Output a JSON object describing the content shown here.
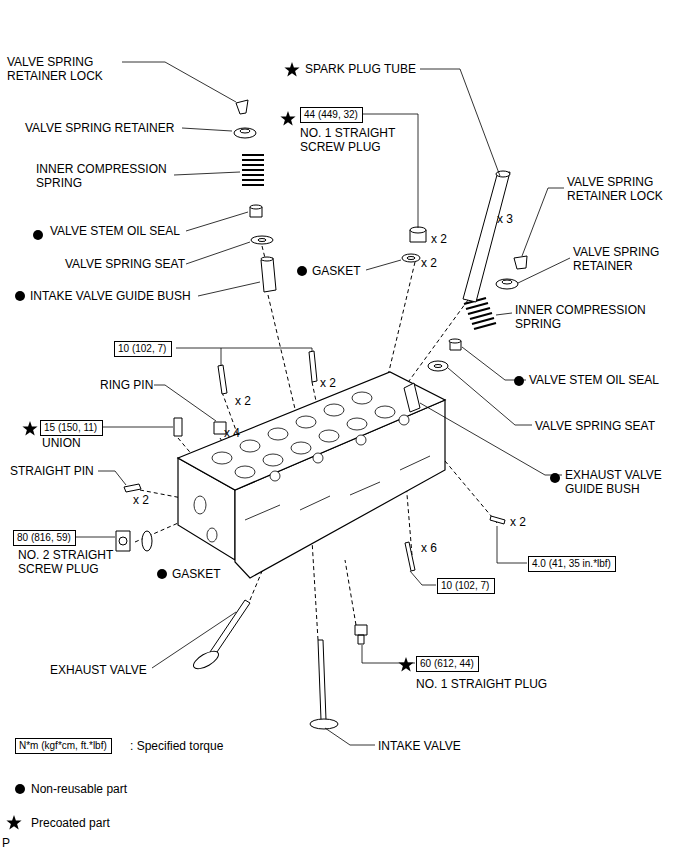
{
  "diagram": {
    "nodes": [
      {
        "text": [
          "44 (449, 32)"
        ]
      },
      {
        "text": [
          "10 (102, 7)"
        ]
      },
      {
        "text": [
          "15 (150, 11)"
        ]
      },
      {
        "text": [
          "80 (816, 59)"
        ]
      },
      {
        "text": [
          "4.0 (41, 35 in.*lbf)"
        ]
      },
      {
        "text": [
          "10 (102, 7)"
        ]
      },
      {
        "text": [
          "60 (612, 44)"
        ]
      },
      {
        "text": [
          "N*m (kgf*cm, ft.*lbf)"
        ]
      }
    ],
    "labels": [
      "VALVE SPRING RETAINER LOCK",
      "VALVE SPRING RETAINER",
      "INNER COMPRESSION SPRING",
      "VALVE STEM OIL SEAL",
      "VALVE SPRING SEAT",
      "INTAKE VALVE GUIDE BUSH",
      "SPARK PLUG TUBE",
      "NO. 1 STRAIGHT SCREW PLUG",
      "x 2",
      "GASKET",
      "x 2",
      "x 3",
      "VALVE SPRING RETAINER LOCK",
      "VALVE SPRING RETAINER",
      "INNER COMPRESSION SPRING",
      "VALVE STEM OIL SEAL",
      "VALVE SPRING SEAT",
      "EXHAUST VALVE GUIDE BUSH",
      "RING PIN",
      "x 2",
      "x 2",
      "UNION",
      "x 4",
      "STRAIGHT PIN",
      "x 2",
      "x 2",
      "x 6",
      "NO. 2 STRAIGHT SCREW PLUG",
      "GASKET",
      "EXHAUST VALVE",
      "NO. 1 STRAIGHT PLUG",
      "INTAKE VALVE",
      "P"
    ],
    "legend": [
      {
        "text": ": Specified torque"
      },
      {
        "text": "Non-reusable part"
      },
      {
        "text": "Precoated part"
      }
    ]
  }
}
